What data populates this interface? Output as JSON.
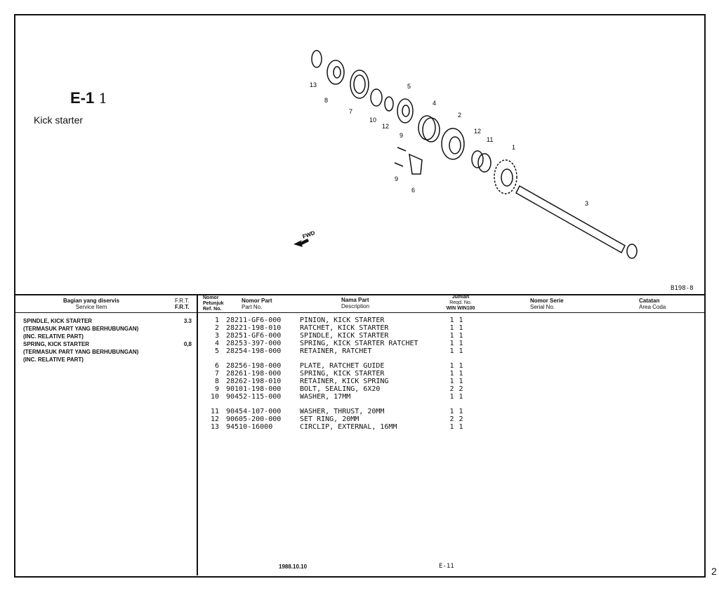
{
  "section": {
    "code": "E-1",
    "suffix": "1",
    "title": "Kick starter"
  },
  "diagram": {
    "figure_code": "B198-8",
    "fwd_label": "FWD",
    "callouts": [
      "13",
      "8",
      "7",
      "10",
      "12",
      "5",
      "4",
      "2",
      "12",
      "11",
      "1",
      "9",
      "9",
      "6",
      "3"
    ]
  },
  "header": {
    "service_id": "Bagian yang diservis",
    "service_en": "Service Item",
    "frt_id": "F.R.T.",
    "frt_en": "F.R.T.",
    "ref_id1": "Nomor",
    "ref_id2": "Petunjuk",
    "ref_en": "Ref. No.",
    "part_id": "Nomor Part",
    "part_en": "Part No.",
    "name_id": "Nama Part",
    "name_en": "Description",
    "qty_id": "Jumlah",
    "qty_en": "Reqd. No.",
    "qty_cols": "WIN WIN100",
    "serial_id": "Nomor Serie",
    "serial_en": "Serial No.",
    "notes_id": "Catatan",
    "notes_en": "Area Coda"
  },
  "service_items": [
    {
      "lines": [
        "SPINDLE, KICK STARTER",
        "(TERMASUK PART YANG BERHUBUNGAN)",
        "(INC. RELATIVE PART)"
      ],
      "frt": "3.3"
    },
    {
      "lines": [
        "SPRING, KICK STARTER",
        "(TERMASUK PART YANG BERHUBUNGAN)",
        "(INC. RELATIVE PART)"
      ],
      "frt": "0,8"
    }
  ],
  "parts_groups": [
    [
      {
        "ref": "1",
        "part": "28211-GF6-000",
        "desc": "PINION, KICK STARTER",
        "win": "1",
        "win100": "1"
      },
      {
        "ref": "2",
        "part": "28221-198-010",
        "desc": "RATCHET, KICK STARTER",
        "win": "1",
        "win100": "1"
      },
      {
        "ref": "3",
        "part": "28251-GF6-000",
        "desc": "SPINDLE, KICK STARTER",
        "win": "1",
        "win100": "1"
      },
      {
        "ref": "4",
        "part": "28253-397-000",
        "desc": "SPRING, KICK STARTER RATCHET",
        "win": "1",
        "win100": "1"
      },
      {
        "ref": "5",
        "part": "28254-198-000",
        "desc": "RETAINER, RATCHET",
        "win": "1",
        "win100": "1"
      }
    ],
    [
      {
        "ref": "6",
        "part": "28256-198-000",
        "desc": "PLATE, RATCHET GUIDE",
        "win": "1",
        "win100": "1"
      },
      {
        "ref": "7",
        "part": "28261-198-000",
        "desc": "SPRING, KICK STARTER",
        "win": "1",
        "win100": "1"
      },
      {
        "ref": "8",
        "part": "28262-198-010",
        "desc": "RETAINER, KICK SPRING",
        "win": "1",
        "win100": "1"
      },
      {
        "ref": "9",
        "part": "90101-198-000",
        "desc": "BOLT, SEALING, 6X20",
        "win": "2",
        "win100": "2"
      },
      {
        "ref": "10",
        "part": "90452-115-000",
        "desc": "WASHER, 17MM",
        "win": "1",
        "win100": "1"
      }
    ],
    [
      {
        "ref": "11",
        "part": "90454-107-000",
        "desc": "WASHER, THRUST, 20MM",
        "win": "1",
        "win100": "1"
      },
      {
        "ref": "12",
        "part": "90605-200-000",
        "desc": "SET RING, 20MM",
        "win": "2",
        "win100": "2"
      },
      {
        "ref": "13",
        "part": "94510-16000",
        "desc": "CIRCLIP, EXTERNAL, 16MM",
        "win": "1",
        "win100": "1"
      }
    ]
  ],
  "footer": {
    "date": "1988.10.10",
    "page_code": "E-11",
    "page_number": "2"
  }
}
